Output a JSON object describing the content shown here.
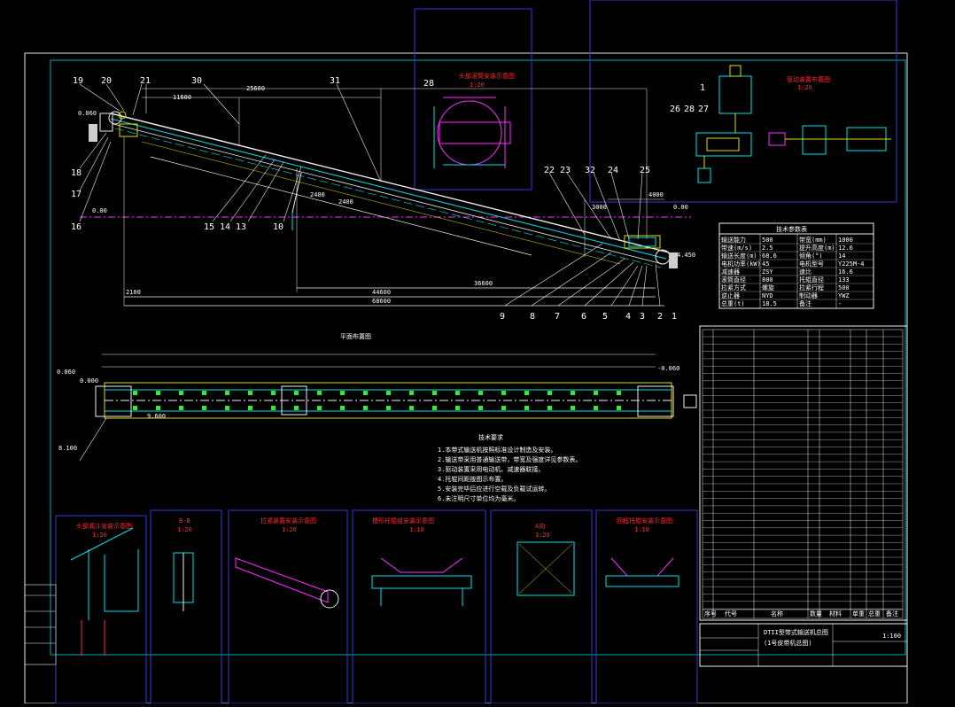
{
  "drawing": {
    "callouts_top": [
      "19",
      "20",
      "21",
      "30",
      "31",
      "28"
    ],
    "callouts_left": [
      "18",
      "17",
      "16"
    ],
    "callouts_mid": [
      "15",
      "14",
      "13",
      "10"
    ],
    "callouts_right_top": [
      "22",
      "23",
      "32",
      "24",
      "25"
    ],
    "callouts_bottom": [
      "9",
      "8",
      "7",
      "6",
      "5",
      "4",
      "3",
      "2",
      "1"
    ],
    "callouts_drive": [
      "1",
      "26",
      "28",
      "27"
    ],
    "levels": {
      "head": "0.060",
      "ground": "0.00",
      "tail_left": "0.00",
      "right_tail": "4.450"
    },
    "dims": {
      "d1": "11600",
      "d2": "25600",
      "d3": "36600",
      "d4": "44600",
      "d5": "68600",
      "d6": "2100",
      "d7": "2400",
      "d8": "2400",
      "d9": "3000",
      "d10": "4000"
    },
    "plan_title": "平面布置图",
    "plan_levels": {
      "l1": "0.060",
      "l2": "0.000",
      "l3": "-0.060",
      "l4": "9.600",
      "l5": "8.100"
    },
    "notes_title": "技术要求",
    "notes": [
      "1.本带式输送机按照标准设计制造及安装。",
      "2.输送带采用普通输送带，带宽及强度详见参数表。",
      "3.驱动装置采用电动机、减速器联接。",
      "4.托辊间距按图示布置。",
      "5.安装完毕后应进行空载及负载试运转。",
      "6.未注明尺寸单位均为毫米。"
    ],
    "params_title": "技术参数表",
    "params": [
      [
        "输送能力",
        "500",
        "带宽(mm)",
        "1000"
      ],
      [
        "带速(m/s)",
        "2.5",
        "提升高度(m)",
        "12.6"
      ],
      [
        "输送长度(m)",
        "68.6",
        "倾角(°)",
        "14"
      ],
      [
        "电机功率(kW)",
        "45",
        "电机型号",
        "Y225M-4"
      ],
      [
        "减速器",
        "ZSY",
        "速比",
        "16.6"
      ],
      [
        "滚筒直径",
        "800",
        "托辊直径",
        "133"
      ],
      [
        "拉紧方式",
        "螺旋",
        "拉紧行程",
        "500"
      ],
      [
        "逆止器",
        "NYD",
        "制动器",
        "YWZ"
      ],
      [
        "总重(t)",
        "18.5",
        "备注",
        "-"
      ]
    ],
    "bom_header": [
      "序号",
      "代号",
      "名称",
      "数量",
      "材料",
      "单重",
      "总重",
      "备注"
    ],
    "title_block": {
      "line1": "DTII型带式输送机总图",
      "line2": "(1号皮带机总图)",
      "scale": "1:100"
    },
    "detail_views": [
      {
        "title": "头部漏斗安装示意图",
        "scale": "1:20"
      },
      {
        "title": "B-B",
        "scale": "1:20"
      },
      {
        "title": "拉紧装置安装示意图",
        "scale": "1:20"
      },
      {
        "title": "槽形托辊组安装示意图",
        "scale": "1:10"
      },
      {
        "title": "A向",
        "scale": "1:20"
      },
      {
        "title": "回程托辊安装示意图",
        "scale": "1:10"
      }
    ],
    "drive_title": "驱动装置布置图",
    "drive_scale": "1:20",
    "detail_top_title": "头部滚筒安装示意图",
    "detail_top_scale": "1:20"
  }
}
